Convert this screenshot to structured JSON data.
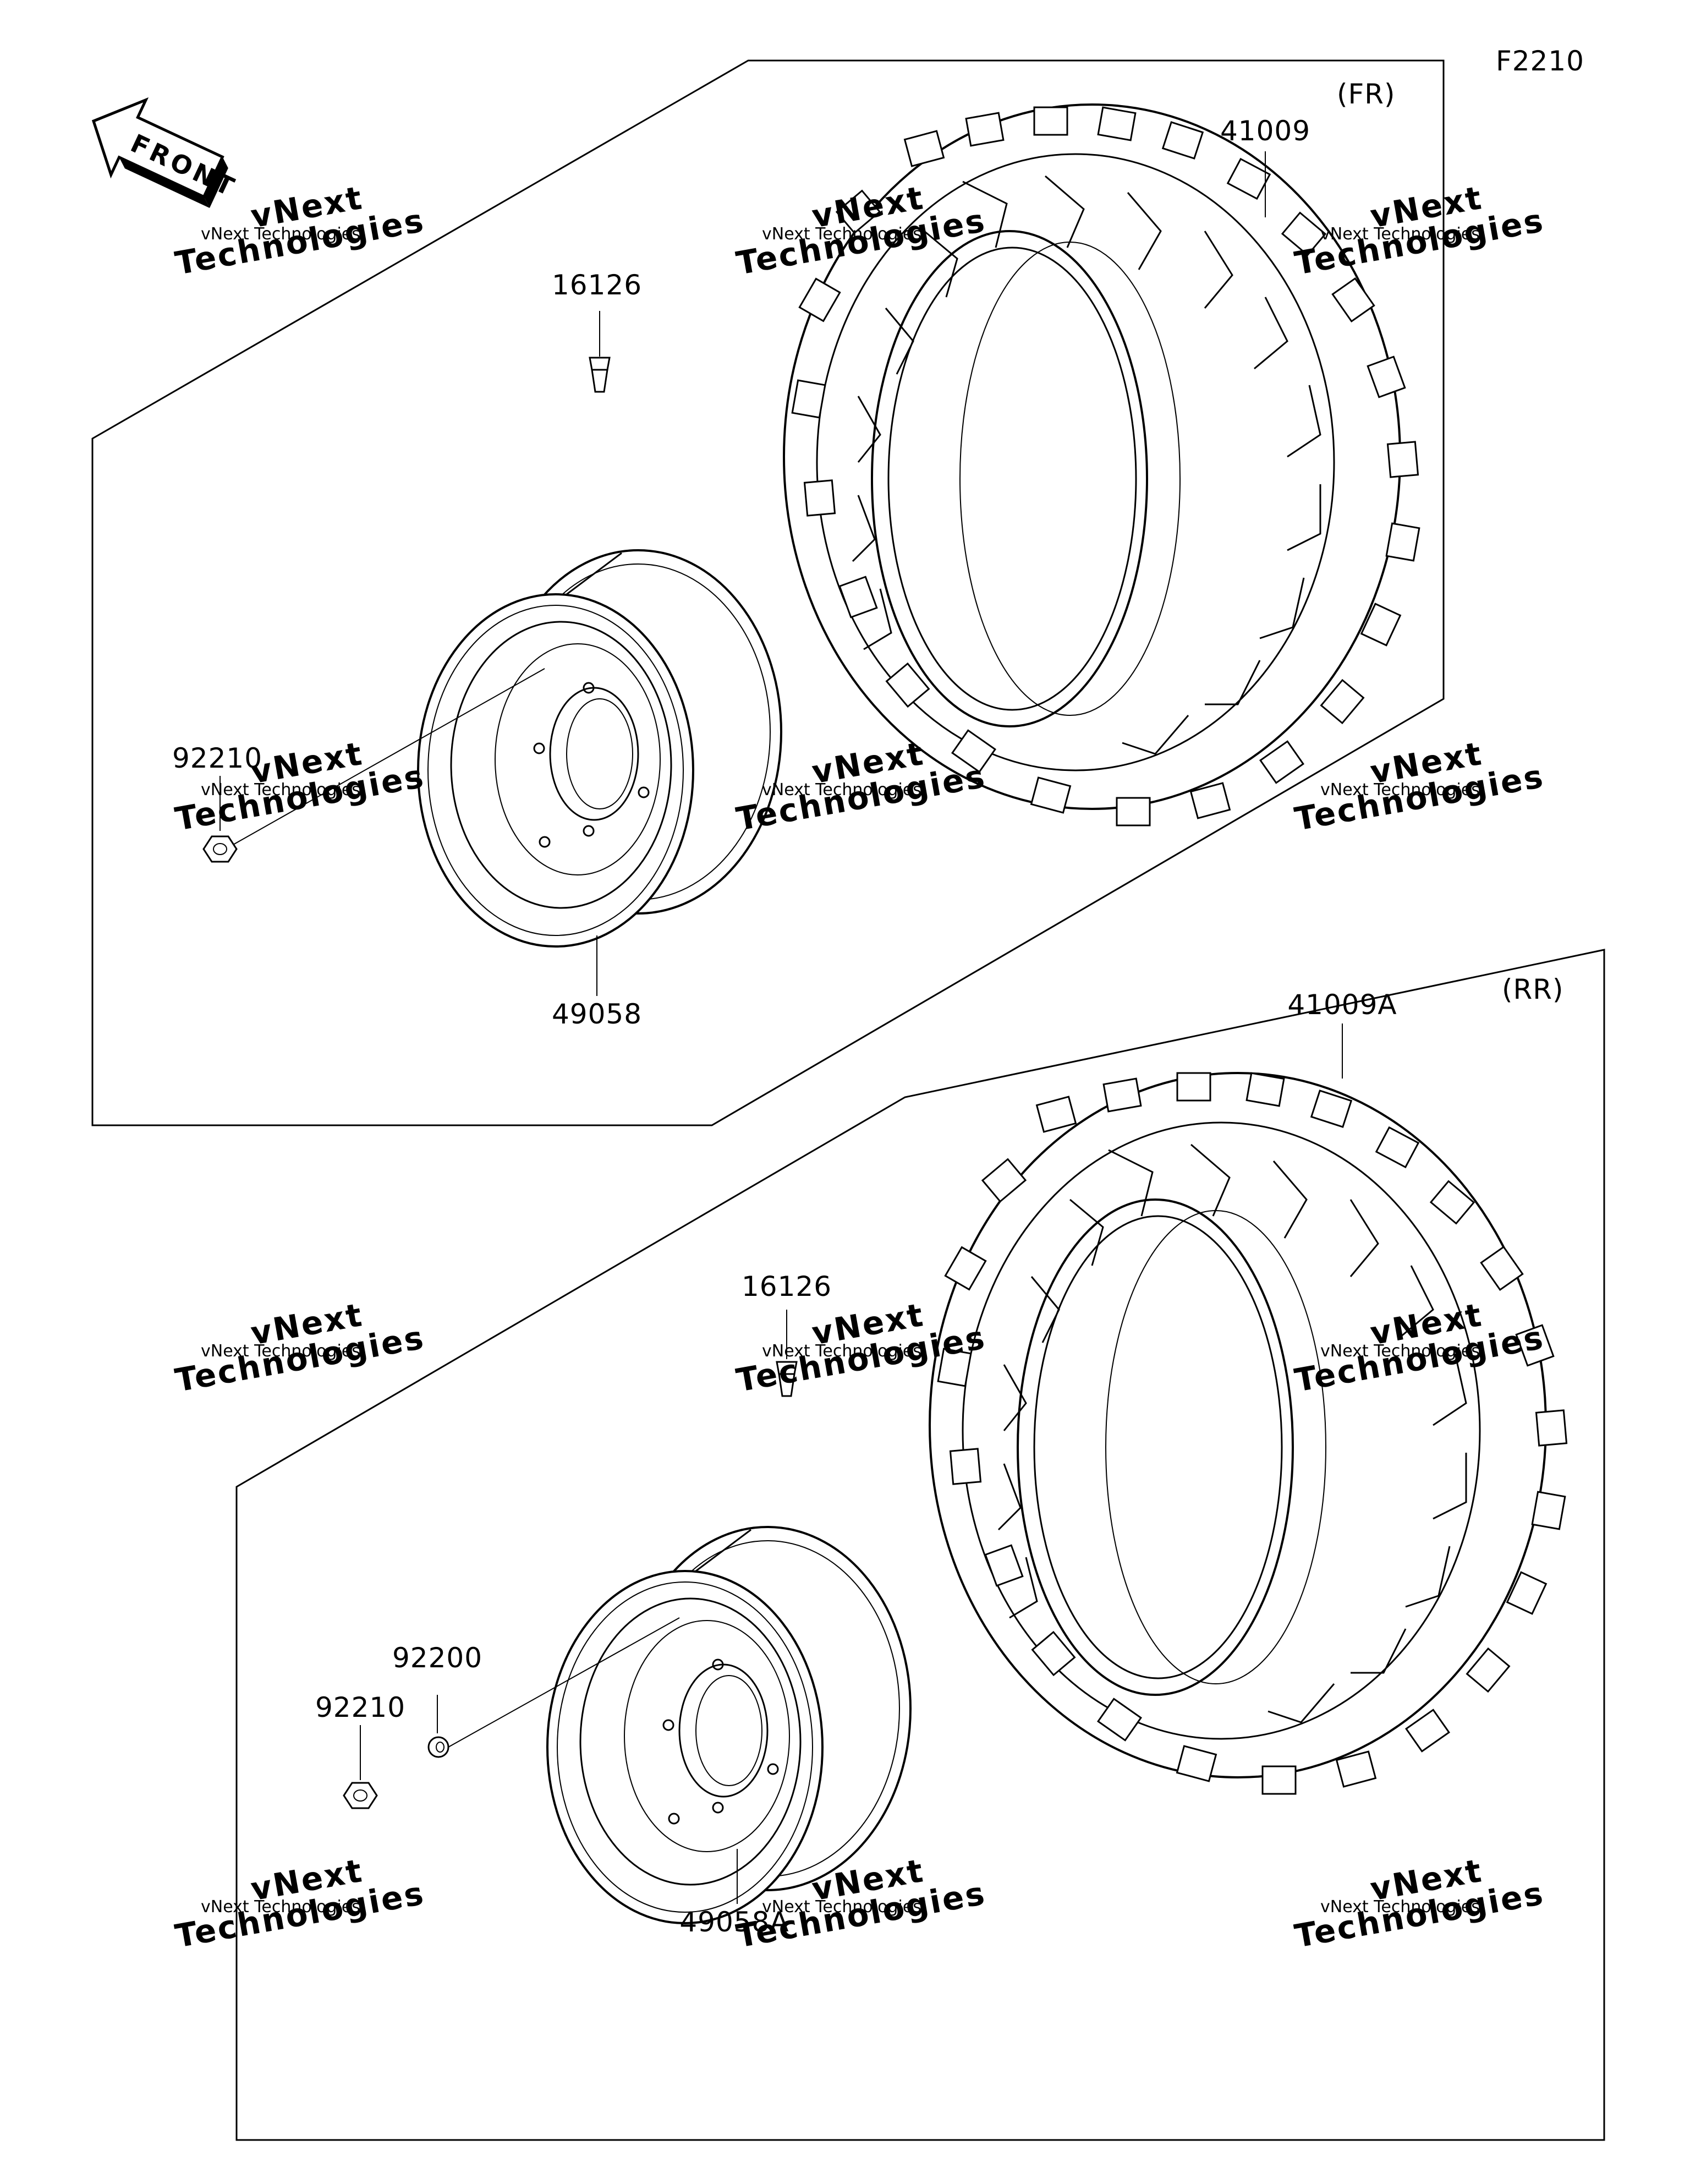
{
  "diagram_code": "F2210",
  "front_arrow_label": "FRONT",
  "front_arrow_icon": "front-direction-arrow-icon",
  "front": {
    "group_label": "(FR)",
    "tire": "41009",
    "valve": "16126",
    "nut": "92210",
    "wheel": "49058"
  },
  "rear": {
    "group_label": "(RR)",
    "tire": "41009A",
    "valve": "16126",
    "washer": "92200",
    "nut": "92210",
    "wheel": "49058A"
  },
  "watermark": {
    "line1": "vNext Technologies",
    "line2": "vNext",
    "line3": "Technologies"
  }
}
